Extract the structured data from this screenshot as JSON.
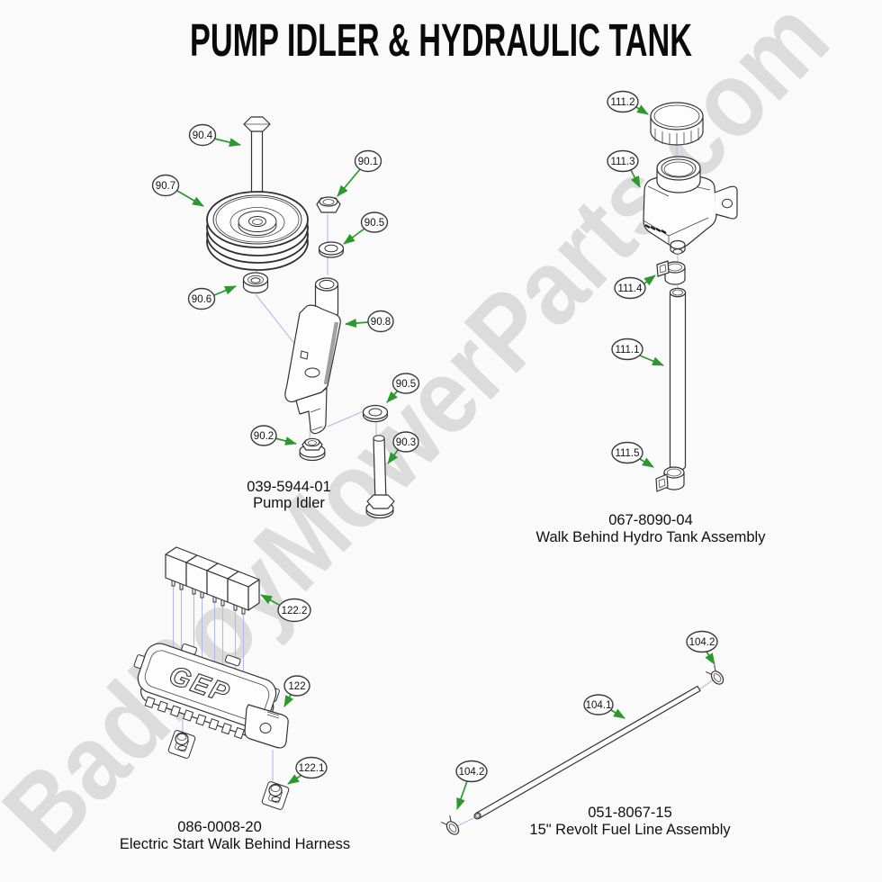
{
  "title": "PUMP IDLER & HYDRAULIC TANK",
  "watermark": "BadBoyMowerParts.com",
  "harness_logo": "GEP",
  "colors": {
    "arrow_green": "#2b992b",
    "outline": "#333333",
    "construction_line": "#b6baea",
    "watermark_gray": "#dcdcdc",
    "background": "#fafafa"
  },
  "assemblies": [
    {
      "part_number": "039-5944-01",
      "name": "Pump Idler",
      "callouts": [
        {
          "label": "90.4"
        },
        {
          "label": "90.1"
        },
        {
          "label": "90.7"
        },
        {
          "label": "90.5"
        },
        {
          "label": "90.6"
        },
        {
          "label": "90.8"
        },
        {
          "label": "90.5"
        },
        {
          "label": "90.2"
        },
        {
          "label": "90.3"
        }
      ]
    },
    {
      "part_number": "067-8090-04",
      "name": "Walk Behind Hydro Tank Assembly",
      "callouts": [
        {
          "label": "111.2"
        },
        {
          "label": "111.3"
        },
        {
          "label": "111.4"
        },
        {
          "label": "111.1"
        },
        {
          "label": "111.5"
        }
      ]
    },
    {
      "part_number": "086-0008-20",
      "name": "Electric Start Walk Behind Harness",
      "callouts": [
        {
          "label": "122.2"
        },
        {
          "label": "122"
        },
        {
          "label": "122.1"
        }
      ]
    },
    {
      "part_number": "051-8067-15",
      "name": "15\" Revolt Fuel Line Assembly",
      "callouts": [
        {
          "label": "104.2"
        },
        {
          "label": "104.1"
        },
        {
          "label": "104.2"
        }
      ]
    }
  ]
}
